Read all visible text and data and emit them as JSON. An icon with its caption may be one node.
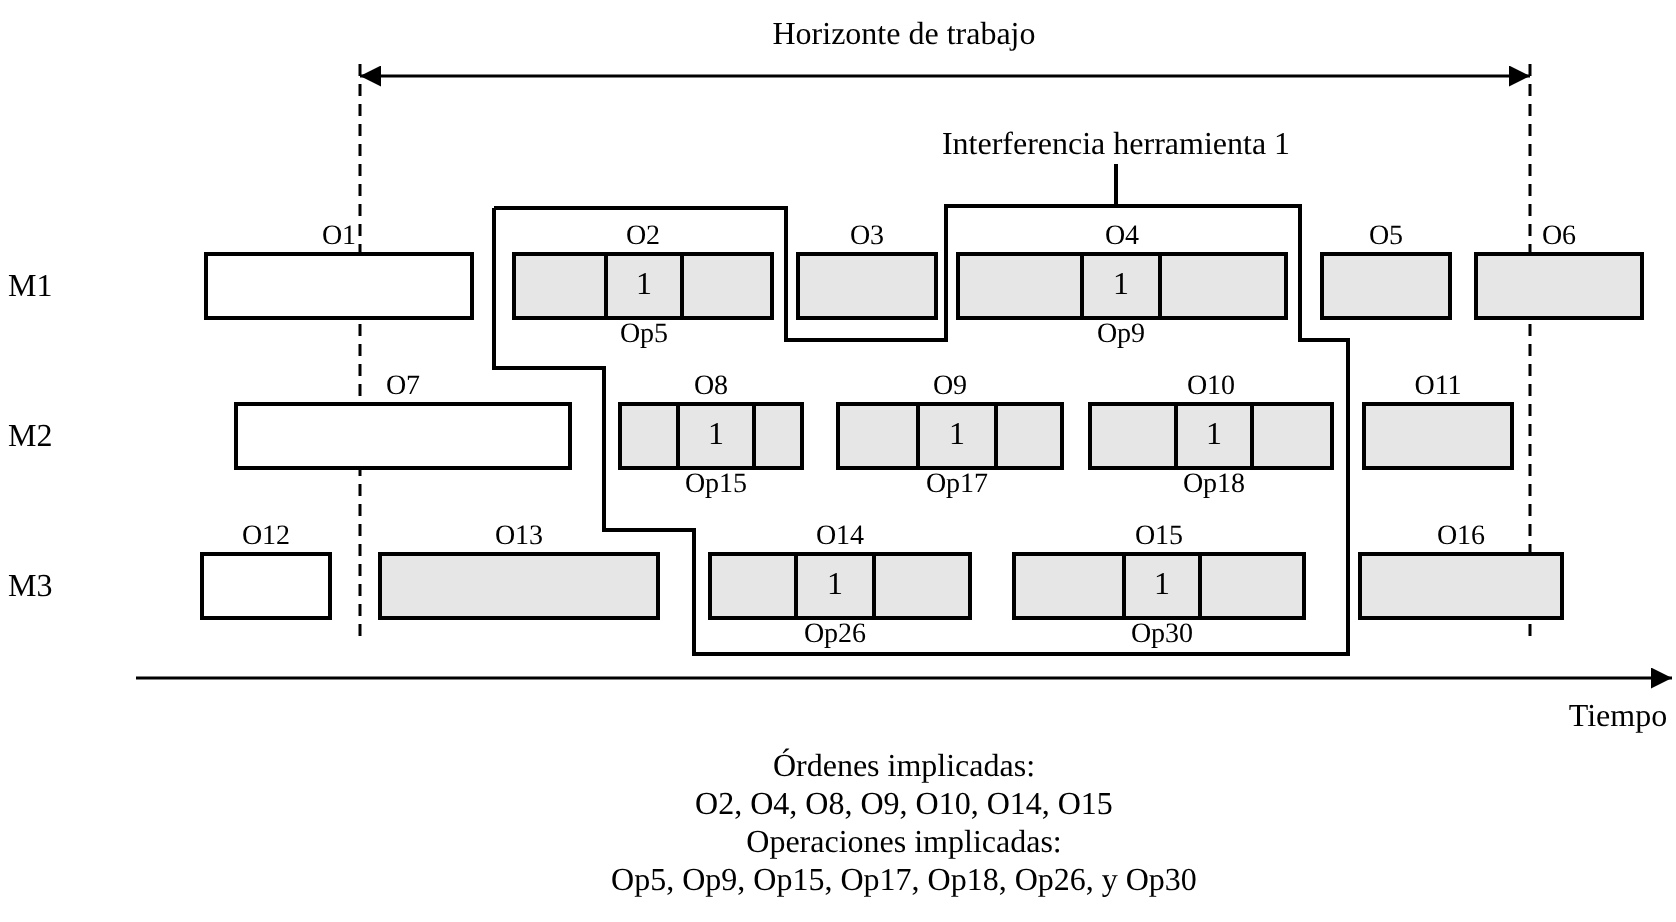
{
  "diagram": {
    "nodes": [
      {
        "text": [
          "Interferencia herramienta 1"
        ]
      },
      {
        "text": [],
        "shape": "outline"
      },
      {
        "text": [
          "O1"
        ]
      },
      {
        "text": [
          "O2"
        ],
        "in": 1
      },
      {
        "text": [
          "1"
        ],
        "beside": [
          "Op5"
        ],
        "in": 3
      },
      {
        "text": [
          "O3"
        ]
      },
      {
        "text": [
          "O4"
        ],
        "in": 1
      },
      {
        "text": [
          "1"
        ],
        "beside": [
          "Op9"
        ],
        "in": 6
      },
      {
        "text": [
          "O5"
        ]
      },
      {
        "text": [
          "O6"
        ]
      },
      {
        "text": [
          "O7"
        ]
      },
      {
        "text": [
          "O8"
        ],
        "in": 1
      },
      {
        "text": [
          "1"
        ],
        "beside": [
          "Op15"
        ],
        "in": 11
      },
      {
        "text": [
          "O9"
        ],
        "in": 1
      },
      {
        "text": [
          "1"
        ],
        "beside": [
          "Op17"
        ],
        "in": 13
      },
      {
        "text": [
          "O10"
        ],
        "in": 1
      },
      {
        "text": [
          "1"
        ],
        "beside": [
          "Op18"
        ],
        "in": 15
      },
      {
        "text": [
          "O11"
        ]
      },
      {
        "text": [
          "O12"
        ]
      },
      {
        "text": [
          "O13"
        ]
      },
      {
        "text": [
          "O14"
        ],
        "in": 1
      },
      {
        "text": [
          "1"
        ],
        "beside": [
          "Op26"
        ],
        "in": 20
      },
      {
        "text": [
          "O15"
        ],
        "in": 1
      },
      {
        "text": [
          "1"
        ],
        "beside": [
          "Op30"
        ],
        "in": 22
      },
      {
        "text": [
          "O16"
        ]
      }
    ],
    "edges": [
      {
        "from": 0,
        "to": 1,
        "arrow": "none"
      }
    ],
    "labels": [
      "Horizonte de trabajo",
      "M1",
      "M2",
      "M3",
      "Tiempo",
      "Órdenes implicadas:",
      "O2, O4, O8, O9, O10, O14, O15",
      "Operaciones implicadas:",
      "Op5, Op9, Op15, Op17, Op18, Op26, y Op30"
    ]
  }
}
